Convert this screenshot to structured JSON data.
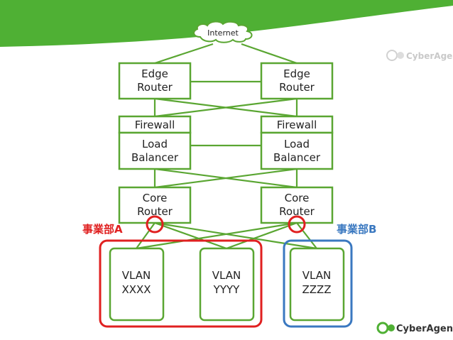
{
  "nodes": {
    "internet": "Internet",
    "edge_left": [
      "Edge",
      "Router"
    ],
    "edge_right": [
      "Edge",
      "Router"
    ],
    "firewall_left": "Firewall",
    "firewall_right": "Firewall",
    "lb_left": [
      "Load",
      "Balancer"
    ],
    "lb_right": [
      "Load",
      "Balancer"
    ],
    "core_left": [
      "Core",
      "Router"
    ],
    "core_right": [
      "Core",
      "Router"
    ],
    "vlan_x": [
      "VLAN",
      "XXXX"
    ],
    "vlan_y": [
      "VLAN",
      "YYYY"
    ],
    "vlan_z": [
      "VLAN",
      "ZZZZ"
    ]
  },
  "groups": {
    "a": {
      "label": "事業部A",
      "color": "#e02020"
    },
    "b": {
      "label": "事業部B",
      "color": "#3a78c0"
    }
  },
  "branding": {
    "logo_top": "CyberAgent",
    "logo_bottom": "CyberAgent"
  },
  "colors": {
    "accent_green": "#5aa632",
    "banner_green": "#4fb034",
    "text_dark": "#222222"
  }
}
